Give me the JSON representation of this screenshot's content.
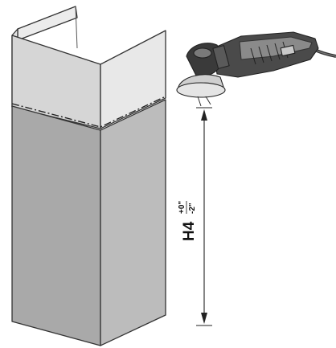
{
  "dimension": {
    "label": "H4",
    "tolerance_plus": "+0\"",
    "tolerance_minus": "-2\""
  },
  "colors": {
    "upper_panel": "#d8d8d8",
    "upper_panel_side": "#e6e6e6",
    "lower_panel_front": "#a9a9a9",
    "lower_panel_side": "#bcbcbc",
    "outline": "#333333",
    "grinder_body": "#3a3a3a",
    "grinder_light": "#cfcfcf"
  },
  "icons": [
    "angle-grinder-icon"
  ]
}
